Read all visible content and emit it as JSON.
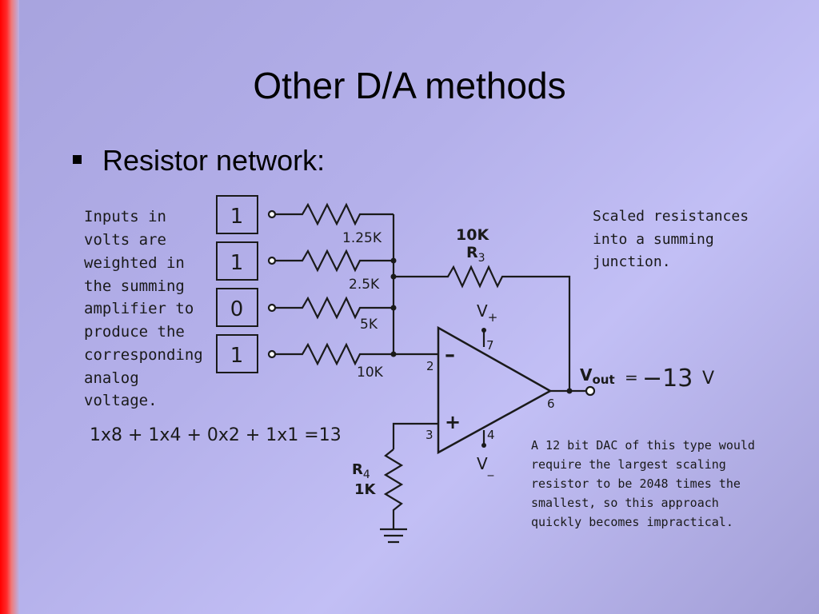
{
  "slide": {
    "title": "Other D/A methods",
    "bullet": "Resistor network:"
  },
  "diagram": {
    "description_lines": [
      "Inputs in",
      "volts are",
      "weighted in",
      "the summing",
      "amplifier to",
      "produce the",
      "corresponding",
      "analog",
      "voltage."
    ],
    "inputs": [
      {
        "bit": "1",
        "resistor_label": "1.25K"
      },
      {
        "bit": "1",
        "resistor_label": "2.5K"
      },
      {
        "bit": "0",
        "resistor_label": "5K"
      },
      {
        "bit": "1",
        "resistor_label": "10K"
      }
    ],
    "feedback": {
      "value": "10K",
      "name": "R",
      "subscript": "3"
    },
    "ground_resistor": {
      "name": "R",
      "subscript": "4",
      "value": "1K"
    },
    "vplus": {
      "symbol": "V",
      "sub": "+",
      "pin": "7"
    },
    "vminus": {
      "symbol": "V",
      "sub": "_",
      "pin": "4"
    },
    "pins": {
      "inv": "2",
      "noninv": "3",
      "out": "6"
    },
    "signs": {
      "minus": "–",
      "plus": "+"
    },
    "vout": {
      "symbol": "V",
      "sub": "out",
      "equals": "=",
      "value": "−13",
      "unit": "V"
    },
    "equation": "1x8 + 1x4 + 0x2 + 1x1 =13",
    "scaled_lines": [
      "Scaled resistances",
      "into a summing",
      "junction."
    ],
    "note_lines": [
      "A 12 bit DAC of this type would",
      "require the largest scaling",
      "resistor to be 2048 times the",
      "smallest, so this approach",
      "quickly becomes impractical."
    ]
  }
}
